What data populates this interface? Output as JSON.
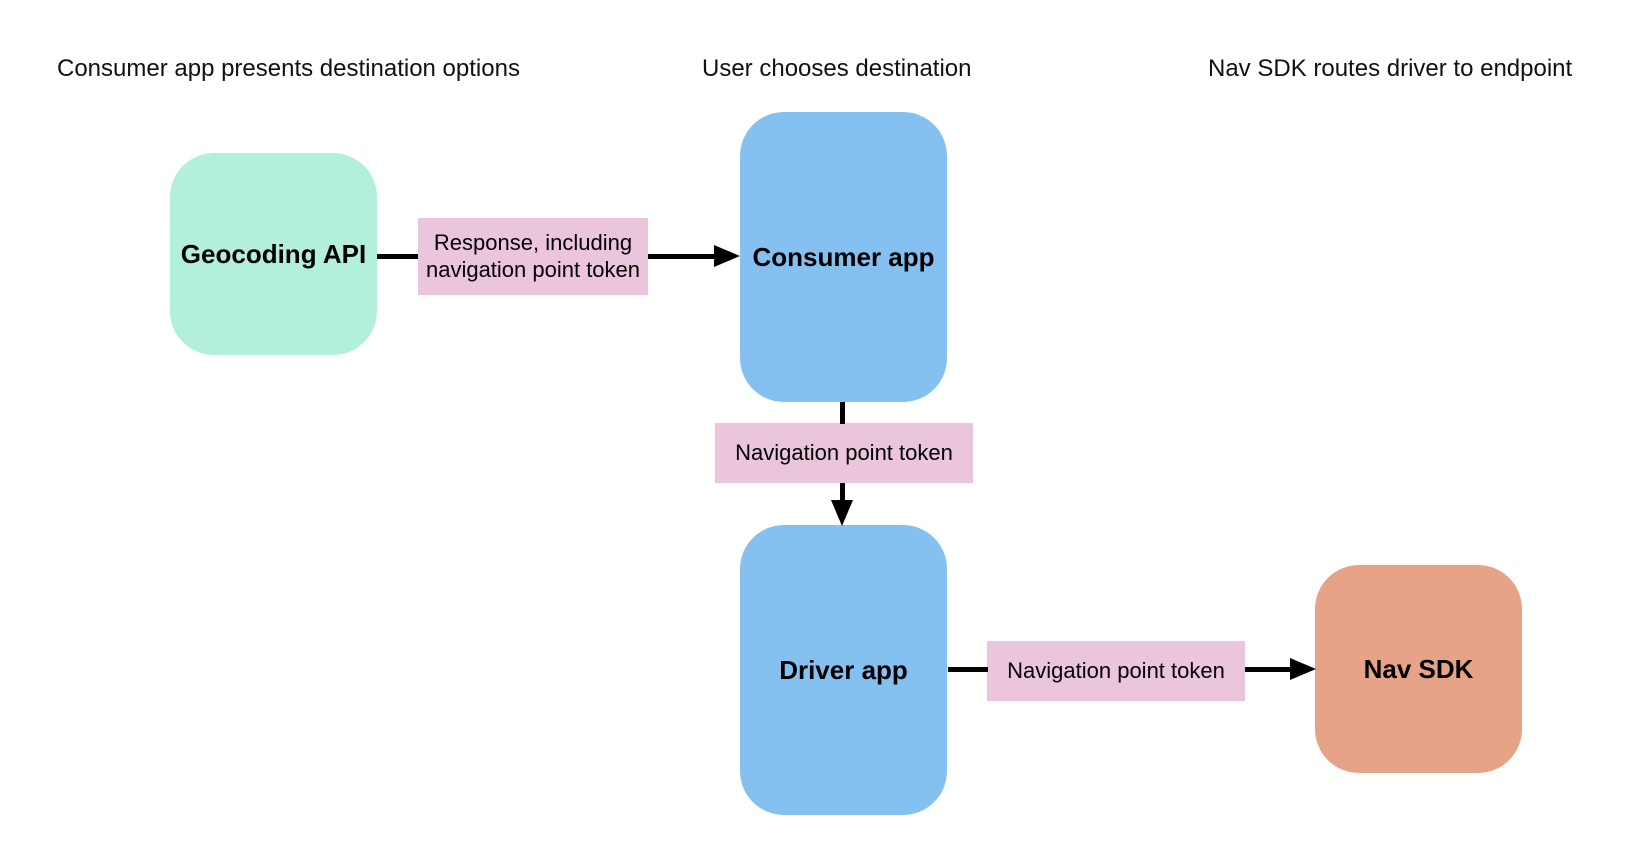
{
  "diagram": {
    "captions": [
      {
        "text": "Consumer app presents destination options"
      },
      {
        "text": "User chooses destination"
      },
      {
        "text": "Nav SDK routes driver to endpoint"
      }
    ],
    "nodes": [
      {
        "id": "geocoding-api",
        "label": "Geocoding API",
        "color": "#b2f0dc"
      },
      {
        "id": "consumer-app",
        "label": "Consumer app",
        "color": "#84c1f0"
      },
      {
        "id": "driver-app",
        "label": "Driver app",
        "color": "#84c1f0"
      },
      {
        "id": "nav-sdk",
        "label": "Nav SDK",
        "color": "#e7a387"
      }
    ],
    "edges": [
      {
        "from": "geocoding-api",
        "to": "consumer-app",
        "label": "Response, including navigation point token"
      },
      {
        "from": "consumer-app",
        "to": "driver-app",
        "label": "Navigation point token"
      },
      {
        "from": "driver-app",
        "to": "nav-sdk",
        "label": "Navigation point token"
      }
    ],
    "colors": {
      "node_green": "#b2f0dc",
      "node_blue": "#84c1f0",
      "node_orange": "#e7a387",
      "edge_label_pink": "#ebc5db",
      "arrow": "#000000",
      "background": "#ffffff",
      "text": "#000000"
    }
  }
}
